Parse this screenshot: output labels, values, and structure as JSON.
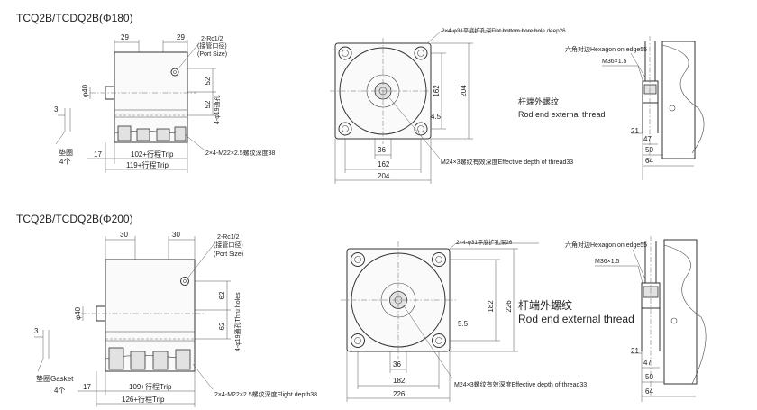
{
  "sections": [
    {
      "title": "TCQ2B/TCDQ2B(Φ180)",
      "side": {
        "port_top_left": "29",
        "port_top_right": "29",
        "port_label_1": "2-Rc1/2",
        "port_label_2": "(接管口径)",
        "port_label_3": "(Port Size)",
        "rod_dia": "φ40",
        "port_gap_1": "52",
        "port_gap_2": "52",
        "thru_holes": "4-φ19通孔",
        "gasket_left": "3",
        "gasket_label": "垫圈",
        "gasket_count": "4个",
        "left_ext": "17",
        "trip_1": "102+行程Trip",
        "trip_2": "119+行程Trip",
        "thread_note": "2×4-M22×2.5螺纹深度38"
      },
      "front": {
        "counterbore_note": "2×4-φ31平底扩孔深Flat bottom bore hole deep26",
        "inner_v": "162",
        "outer_v": "204",
        "small_off": "4.5",
        "bore_w": "36",
        "inner_h": "162",
        "outer_h": "204",
        "thread_note": "M24×3螺纹有效深度Effective depth of thread33"
      },
      "rod": {
        "hex_note": "六角对边Hexagon on edge55",
        "thread": "M36×1.5",
        "title_cn": "杆端外螺纹",
        "title_en": "Rod end external thread",
        "d1": "21",
        "d2": "47",
        "d3": "50",
        "d4": "64"
      }
    },
    {
      "title": "TCQ2B/TCDQ2B(Φ200)",
      "side": {
        "port_top_left": "30",
        "port_top_right": "30",
        "port_label_1": "2-Rc1/2",
        "port_label_2": "(接管口径)",
        "port_label_3": "(Port Size)",
        "rod_dia": "φ40",
        "port_gap_1": "62",
        "port_gap_2": "62",
        "thru_holes": "4-φ19通孔Thru holes",
        "gasket_left": "3",
        "gasket_label": "垫圈Gasket",
        "gasket_count": "4个",
        "left_ext": "17",
        "trip_1": "109+行程Trip",
        "trip_2": "126+行程Trip",
        "thread_note": "2×4-M22×2.5螺纹深度Flight depth38"
      },
      "front": {
        "counterbore_note": "2×4-φ31平底扩孔深26",
        "inner_v": "182",
        "outer_v": "226",
        "small_off": "5.5",
        "bore_w": "36",
        "inner_h": "182",
        "outer_h": "226",
        "thread_note": "M24×3螺纹有效深度Effective depth of thread33"
      },
      "rod": {
        "hex_note": "六角对边Hexagon on edge55",
        "thread": "M36×1.5",
        "title_cn": "杆端外螺纹",
        "title_en": "Rod end external thread",
        "d1": "21",
        "d2": "47",
        "d3": "50",
        "d4": "64"
      }
    }
  ]
}
